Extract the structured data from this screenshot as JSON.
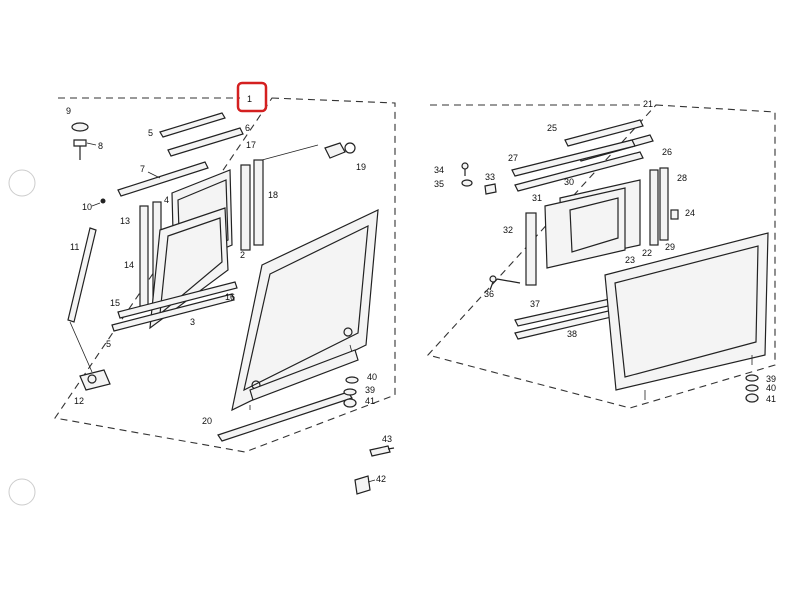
{
  "highlight_color": "#d42020",
  "left_assembly": {
    "group_label": "1",
    "labels": {
      "p9": "9",
      "p8": "8",
      "p5a": "5",
      "p6": "6",
      "p7": "7",
      "p10": "10",
      "p11": "11",
      "p13": "13",
      "p14": "14",
      "p4": "4",
      "p2": "2",
      "p17": "17",
      "p18": "18",
      "p19": "19",
      "p15": "15",
      "p16": "16",
      "p3": "3",
      "p5b": "5",
      "p12": "12",
      "p20": "20",
      "p40": "40",
      "p39": "39",
      "p41": "41"
    }
  },
  "right_assembly": {
    "group_label": "21",
    "labels": {
      "p25": "25",
      "p27": "27",
      "p26": "26",
      "p34": "34",
      "p35": "35",
      "p33": "33",
      "p31": "31",
      "p30": "30",
      "p28": "28",
      "p32": "32",
      "p24": "24",
      "p22": "22",
      "p29": "29",
      "p23": "23",
      "p36": "36",
      "p37": "37",
      "p38": "38",
      "p39": "39",
      "p40": "40",
      "p41": "41"
    }
  },
  "loose_parts": {
    "p43": "43",
    "p42": "42"
  }
}
